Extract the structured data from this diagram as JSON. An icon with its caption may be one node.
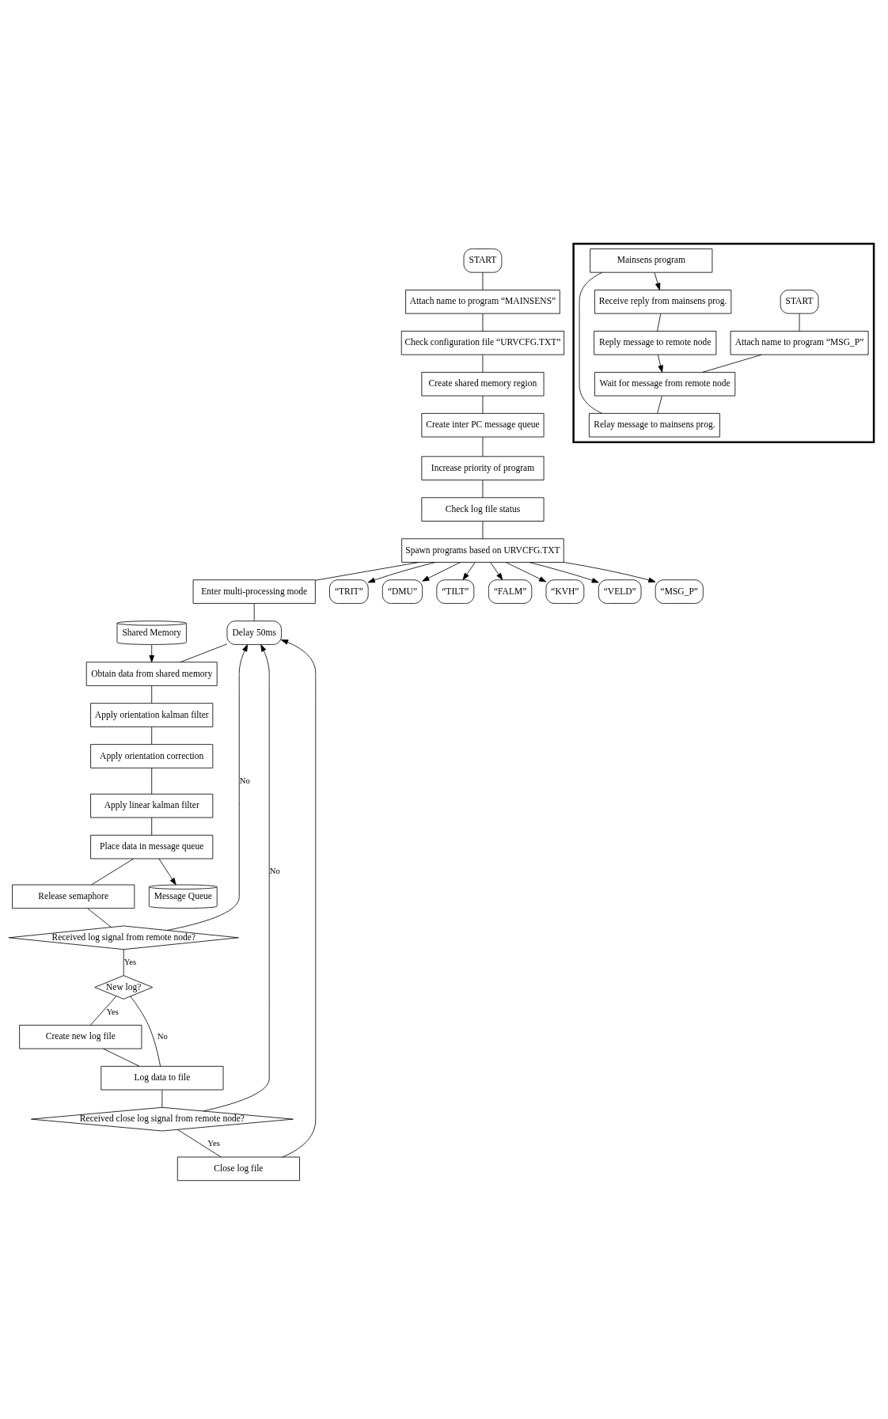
{
  "diagram": {
    "nodes": [
      {
        "text": [
          "START"
        ]
      },
      {
        "text": [
          "Attach name to program “MAINSENS”"
        ]
      },
      {
        "text": [
          "Check configuration file “URVCFG.TXT”"
        ]
      },
      {
        "text": [
          "Create shared memory region"
        ]
      },
      {
        "text": [
          "Create inter PC message queue"
        ]
      },
      {
        "text": [
          "Increase priority of program"
        ]
      },
      {
        "text": [
          "Check log file status"
        ]
      },
      {
        "text": [
          "Spawn programs based on URVCFG.TXT"
        ]
      },
      {
        "text": [
          "Enter multi-processing mode"
        ]
      },
      {
        "text": [
          "Release semaphore"
        ]
      },
      {
        "text": [
          "Received log signal from remote node?"
        ]
      },
      {
        "text": [
          "New log?"
        ]
      },
      {
        "text": [
          "Create new log file"
        ]
      },
      {
        "text": [
          "Log data to file"
        ]
      },
      {
        "text": [
          "Received close log signal from remote node?"
        ]
      },
      {
        "text": [
          "Close log file"
        ]
      },
      {
        "text": [
          "“TRIT”"
        ]
      },
      {
        "text": [
          "“DMU”"
        ]
      },
      {
        "text": [
          "“TILT”"
        ]
      },
      {
        "text": [
          "“FALM”"
        ]
      },
      {
        "text": [
          "“KVH”"
        ]
      },
      {
        "text": [
          "“VELD”"
        ]
      },
      {
        "text": [
          "“MSG_P”"
        ]
      },
      {
        "text": [
          "Delay 50ms"
        ]
      },
      {
        "text": [
          "Shared Memory"
        ]
      },
      {
        "text": [
          "Obtain data from shared memory"
        ]
      },
      {
        "text": [
          "Apply orientation kalman filter"
        ]
      },
      {
        "text": [
          "Apply orientation correction"
        ]
      },
      {
        "text": [
          "Apply linear kalman filter"
        ]
      },
      {
        "text": [
          "Message Queue"
        ]
      },
      {
        "text": [
          "Place data in message queue"
        ]
      },
      {
        "text": [],
        "shape": "box"
      },
      {
        "text": [
          "START"
        ],
        "in": 31
      },
      {
        "text": [
          "Attach name to program “MSG_P”"
        ],
        "in": 31
      },
      {
        "text": [
          "Wait for message from remote node"
        ],
        "in": 31
      },
      {
        "text": [
          "Mainsens program"
        ],
        "in": 31
      },
      {
        "text": [
          "Relay message to mainsens prog."
        ],
        "in": 31
      },
      {
        "text": [
          "Receive reply from mainsens prog."
        ],
        "in": 31
      },
      {
        "text": [
          "Reply message to remote node"
        ],
        "in": 31
      }
    ],
    "edges": [
      {
        "from": 0,
        "to": 1,
        "arrow": "none"
      },
      {
        "from": 1,
        "to": 2,
        "arrow": "none"
      },
      {
        "from": 2,
        "to": 3,
        "arrow": "none"
      },
      {
        "from": 3,
        "to": 4,
        "arrow": "none"
      },
      {
        "from": 4,
        "to": 5,
        "arrow": "none"
      },
      {
        "from": 5,
        "to": 6,
        "arrow": "none"
      },
      {
        "from": 6,
        "to": 7,
        "arrow": "none"
      },
      {
        "from": 7,
        "to": 8,
        "arrow": "none"
      },
      {
        "from": 8,
        "to": 23,
        "arrow": "none"
      },
      {
        "from": 23,
        "to": 25,
        "arrow": "none"
      },
      {
        "from": 25,
        "to": 26,
        "arrow": "none"
      },
      {
        "from": 26,
        "to": 27,
        "arrow": "none"
      },
      {
        "from": 27,
        "to": 28,
        "arrow": "none"
      },
      {
        "from": 28,
        "to": 30,
        "arrow": "none"
      },
      {
        "from": 30,
        "to": 9,
        "arrow": "none"
      },
      {
        "from": 9,
        "to": 10,
        "arrow": "none"
      },
      {
        "from": 10,
        "to": 11,
        "arrow": "none",
        "label": "Yes"
      },
      {
        "from": 10,
        "to": 23,
        "arrow": "to",
        "label": "No"
      },
      {
        "from": 11,
        "to": 12,
        "arrow": "none",
        "label": "Yes"
      },
      {
        "from": 11,
        "to": 13,
        "arrow": "none",
        "label": "No"
      },
      {
        "from": 12,
        "to": 13,
        "arrow": "none"
      },
      {
        "from": 13,
        "to": 14,
        "arrow": "none"
      },
      {
        "from": 14,
        "to": 23,
        "arrow": "to",
        "label": "No"
      },
      {
        "from": 14,
        "to": 15,
        "arrow": "none",
        "label": "Yes"
      },
      {
        "from": 15,
        "to": 23,
        "arrow": "to"
      },
      {
        "from": 7,
        "to": 16,
        "arrow": "to"
      },
      {
        "from": 7,
        "to": 17,
        "arrow": "to"
      },
      {
        "from": 7,
        "to": 18,
        "arrow": "to"
      },
      {
        "from": 7,
        "to": 19,
        "arrow": "to"
      },
      {
        "from": 7,
        "to": 20,
        "arrow": "to"
      },
      {
        "from": 7,
        "to": 21,
        "arrow": "to"
      },
      {
        "from": 7,
        "to": 22,
        "arrow": "to"
      },
      {
        "from": 24,
        "to": 25,
        "arrow": "to"
      },
      {
        "from": 30,
        "to": 29,
        "arrow": "to"
      },
      {
        "from": 32,
        "to": 33,
        "arrow": "none"
      },
      {
        "from": 33,
        "to": 34,
        "arrow": "none"
      },
      {
        "from": 34,
        "to": 36,
        "arrow": "none"
      },
      {
        "from": 35,
        "to": 36,
        "arrow": "none"
      },
      {
        "from": 35,
        "to": 37,
        "arrow": "to"
      },
      {
        "from": 37,
        "to": 38,
        "arrow": "none"
      },
      {
        "from": 38,
        "to": 34,
        "arrow": "to"
      }
    ]
  }
}
